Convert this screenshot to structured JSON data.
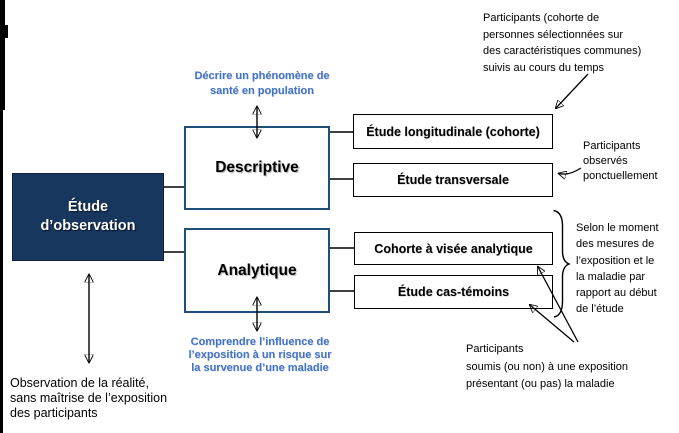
{
  "colors": {
    "dark_navy": "#17375E",
    "category_border": "#1F4E79",
    "accent_blue": "#4472C4",
    "line": "#000000"
  },
  "root_box": {
    "label": "Étude\nd’observation"
  },
  "categories": {
    "descriptive": "Descriptive",
    "analytique": "Analytique"
  },
  "studies": {
    "longitudinale": "Étude longitudinale (cohorte)",
    "transversale": "Étude transversale",
    "cohorte_analytique": "Cohorte à visée analytique",
    "cas_temoins": "Étude cas-témoins"
  },
  "annotations": {
    "descriptive_goal": "Décrire un phénomène de\nsanté en population",
    "analytique_goal": "Comprendre l’influence de\nl’exposition à un risque sur\nla survenue d’une maladie",
    "cohorte_note": "Participants (cohorte de\npersonnes sélectionnées sur\ndes caractéristiques communes)\nsuivis au cours du temps",
    "transversale_note": "Participants\nobservés\nponctuellement",
    "timing_note": "Selon le moment\ndes mesures de\nl’exposition et le\nla maladie par\nrapport au début\nde l’étude",
    "participants_note": "Participants\nsoumis (ou non) à une exposition\nprésentant (ou pas) la maladie",
    "observation_note": "Observation de la réalité,\nsans maîtrise de l’exposition\ndes participants"
  }
}
